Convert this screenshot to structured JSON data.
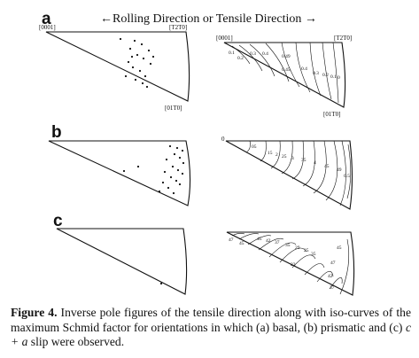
{
  "figure": {
    "direction_label": "←Rolling Direction or Tensile Direction →",
    "panel_letters": [
      "a",
      "b",
      "c"
    ],
    "corner_labels": {
      "a_left_top": "[0001]",
      "a_left_right": "[T2T0]",
      "a_left_bottom": "[01T0]",
      "a_right_top": "[0001]",
      "a_right_right": "[T2T0]",
      "a_right_bottom": "[01T0]",
      "b_right_zero": "0"
    },
    "isocurve_labels": {
      "a": [
        "0.1",
        "0.2",
        "0.3",
        "0.4",
        "0.49",
        "0.45",
        "0.4",
        "0.3",
        "0.2",
        "0.1",
        "0"
      ],
      "b": [
        "05",
        "15",
        "2",
        "25",
        "3",
        "35",
        "4",
        "45",
        "49",
        "0.5"
      ],
      "c": [
        "47",
        "45",
        "45",
        "42",
        "37",
        "35",
        "29",
        "25",
        "35",
        "23",
        "45",
        "47",
        "42",
        "37"
      ]
    }
  },
  "caption": {
    "number": "Figure 4.",
    "text_part1": " Inverse pole figures of the tensile direction along with iso-curves of the maximum Schmid factor for orientations in which (a) basal, (b) prismatic and (c) ",
    "math": "c + a",
    "text_part2": " slip were observed."
  }
}
